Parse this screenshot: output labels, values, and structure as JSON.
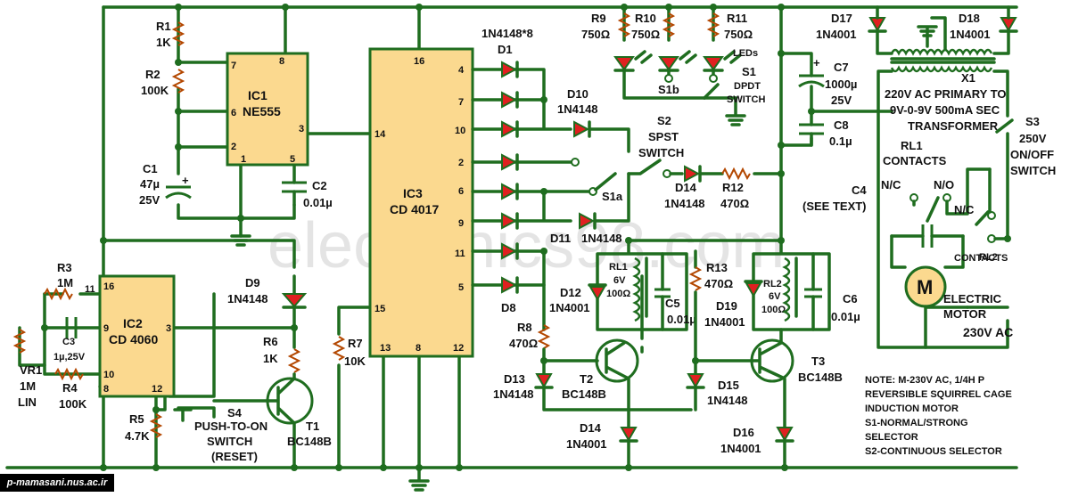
{
  "watermark": "electronics98.com",
  "footer": "p-mamasani.nus.ac.ir",
  "ic1": {
    "name": "IC1",
    "part": "NE555",
    "pins": [
      "7",
      "8",
      "6",
      "2",
      "1",
      "5",
      "3"
    ]
  },
  "ic2": {
    "name": "IC2",
    "part": "CD 4060",
    "pins": [
      "11",
      "16",
      "9",
      "3",
      "10",
      "8",
      "12"
    ]
  },
  "ic3": {
    "name": "IC3",
    "part": "CD 4017",
    "pins": [
      "16",
      "14",
      "15",
      "13",
      "8",
      "12"
    ],
    "outputs": [
      "4",
      "7",
      "10",
      "2",
      "6",
      "9",
      "11",
      "5"
    ]
  },
  "r1": {
    "name": "R1",
    "value": "1K"
  },
  "r2": {
    "name": "R2",
    "value": "100K"
  },
  "c1": {
    "name": "C1",
    "value": "47µ",
    "volt": "25V"
  },
  "c2": {
    "name": "C2",
    "value": "0.01µ"
  },
  "r3": {
    "name": "R3",
    "value": "1M"
  },
  "c3": {
    "name": "C3",
    "value": "1µ,25V"
  },
  "vr1": {
    "name": "VR1",
    "value": "1M",
    "type": "LIN"
  },
  "r4": {
    "name": "R4",
    "value": "100K"
  },
  "r5": {
    "name": "R5",
    "value": "4.7K"
  },
  "d9": {
    "name": "D9",
    "value": "1N4148"
  },
  "r6": {
    "name": "R6",
    "value": "1K"
  },
  "t1": {
    "name": "T1",
    "part": "BC148B"
  },
  "s4": {
    "name": "S4",
    "desc1": "PUSH-TO-ON",
    "desc2": "SWITCH",
    "desc3": "(RESET)"
  },
  "r7": {
    "name": "R7",
    "value": "10K"
  },
  "d1": {
    "name": "D1",
    "value": "1N4148*8"
  },
  "d8": {
    "name": "D8"
  },
  "d10": {
    "name": "D10",
    "value": "1N4148"
  },
  "d11": {
    "name": "D11",
    "value": "1N4148"
  },
  "r9": {
    "name": "R9",
    "value": "750Ω"
  },
  "r10": {
    "name": "R10",
    "value": "750Ω"
  },
  "r11": {
    "name": "R11",
    "value": "750Ω"
  },
  "leds": "LEDs",
  "s1": {
    "name": "S1",
    "desc1": "DPDT",
    "desc2": "SWITCH",
    "s1a": "S1a",
    "s1b": "S1b"
  },
  "s2": {
    "name": "S2",
    "desc1": "SPST",
    "desc2": "SWITCH"
  },
  "d14a": {
    "name": "D14",
    "value": "1N4148"
  },
  "r12": {
    "name": "R12",
    "value": "470Ω"
  },
  "c7": {
    "name": "C7",
    "value": "1000µ",
    "volt": "25V"
  },
  "c8": {
    "name": "C8",
    "value": "0.1µ"
  },
  "d17": {
    "name": "D17",
    "value": "1N4001"
  },
  "d18": {
    "name": "D18",
    "value": "1N4001"
  },
  "x1": {
    "name": "X1",
    "line1": "220V AC PRIMARY TO",
    "line2": "9V-0-9V 500mA SEC",
    "line3": "TRANSFORMER"
  },
  "s3": {
    "name": "S3",
    "desc1": "250V",
    "desc2": "ON/OFF",
    "desc3": "SWITCH"
  },
  "rl1c": {
    "line1": "RL1",
    "line2": "CONTACTS",
    "nc": "N/C",
    "no": "N/O"
  },
  "rl2c": {
    "nc": "N/C",
    "line1": "RL2",
    "line2": "CONTACTS"
  },
  "c4": {
    "name": "C4",
    "note": "(SEE TEXT)"
  },
  "motor": {
    "symbol": "M",
    "line1": "ELECTRIC",
    "line2": "MOTOR",
    "ac": "230V AC"
  },
  "rl1": {
    "name": "RL1",
    "volt": "6V",
    "res": "100Ω"
  },
  "c5": {
    "name": "C5",
    "value": "0.01µ"
  },
  "d12": {
    "name": "D12",
    "value": "1N4001"
  },
  "r8": {
    "name": "R8",
    "value": "470Ω"
  },
  "d13": {
    "name": "D13",
    "value": "1N4148"
  },
  "t2": {
    "name": "T2",
    "part": "BC148B"
  },
  "d14b": {
    "name": "D14",
    "value": "1N4001"
  },
  "r13": {
    "name": "R13",
    "value": "470Ω"
  },
  "rl2": {
    "name": "RL2",
    "volt": "6V",
    "res": "100Ω"
  },
  "c6": {
    "name": "C6",
    "value": "0.01µ"
  },
  "d19": {
    "name": "D19",
    "value": "1N4001"
  },
  "d15": {
    "name": "D15",
    "value": "1N4148"
  },
  "t3": {
    "name": "T3",
    "part": "BC148B"
  },
  "d16": {
    "name": "D16",
    "value": "1N4001"
  },
  "note": [
    "NOTE: M-230V AC, 1/4H P",
    "REVERSIBLE SQUIRREL CAGE",
    "INDUCTION MOTOR",
    "S1-NORMAL/STRONG",
    "SELECTOR",
    "S2-CONTINUOUS SELECTOR"
  ]
}
